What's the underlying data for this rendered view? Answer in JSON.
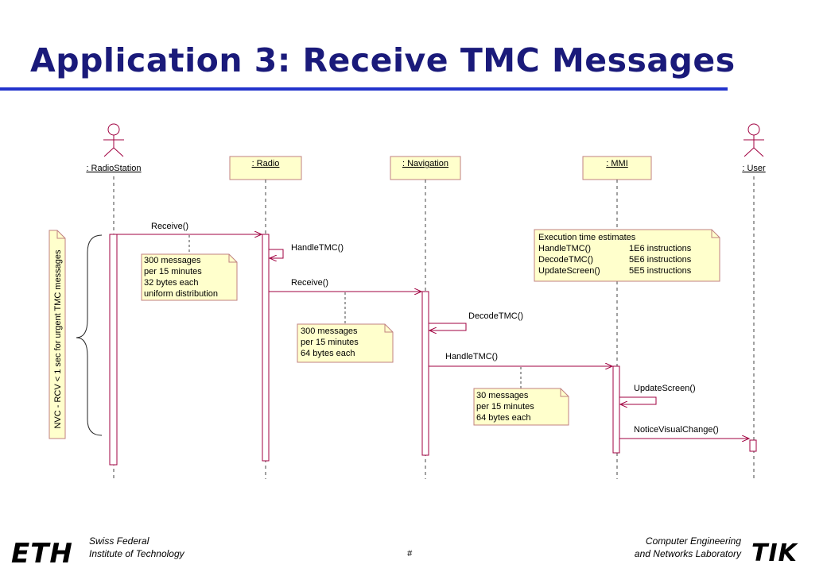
{
  "title": "Application 3: Receive TMC Messages",
  "colors": {
    "title": "#1a1a7a",
    "title_rule": "#2233cc",
    "lifeline": "#a00040",
    "note_fill": "#ffffcc",
    "note_border": "#c08080"
  },
  "lifelines": [
    {
      "label": ": RadioStation",
      "kind": "actor"
    },
    {
      "label": ": Radio",
      "kind": "object"
    },
    {
      "label": ": Navigation",
      "kind": "object"
    },
    {
      "label": ": MMI",
      "kind": "object"
    },
    {
      "label": ": User",
      "kind": "actor"
    }
  ],
  "messages": [
    {
      "label": "Receive()",
      "from": "RadioStation",
      "to": "Radio"
    },
    {
      "label": "HandleTMC()",
      "from": "Radio",
      "to": "Radio"
    },
    {
      "label": "Receive()",
      "from": "Radio",
      "to": "Navigation"
    },
    {
      "label": "DecodeTMC()",
      "from": "Navigation",
      "to": "Navigation"
    },
    {
      "label": "HandleTMC()",
      "from": "Navigation",
      "to": "MMI"
    },
    {
      "label": "UpdateScreen()",
      "from": "MMI",
      "to": "MMI"
    },
    {
      "label": "NoticeVisualChange()",
      "from": "MMI",
      "to": "User"
    }
  ],
  "notes": [
    {
      "lines": [
        "300 messages",
        "per 15 minutes",
        "32 bytes each",
        "uniform distribution"
      ]
    },
    {
      "lines": [
        "300 messages",
        "per 15 minutes",
        "64 bytes each"
      ]
    },
    {
      "lines": [
        "30 messages",
        "per 15 minutes",
        "64 bytes each"
      ]
    }
  ],
  "estimates": {
    "title": "Execution time estimates",
    "rows": [
      {
        "op": "HandleTMC()",
        "value": "1E6 instructions"
      },
      {
        "op": "DecodeTMC()",
        "value": "5E6 instructions"
      },
      {
        "op": "UpdateScreen()",
        "value": "5E5 instructions"
      }
    ]
  },
  "constraint": "NVC - RCV < 1 sec for urgent TMC messages",
  "footer": {
    "left_logo": "ETH",
    "left_line1": "Swiss Federal",
    "left_line2": "Institute of Technology",
    "page_number": "#",
    "right_line1": "Computer Engineering",
    "right_line2": "and Networks Laboratory",
    "right_logo": "TIK"
  }
}
